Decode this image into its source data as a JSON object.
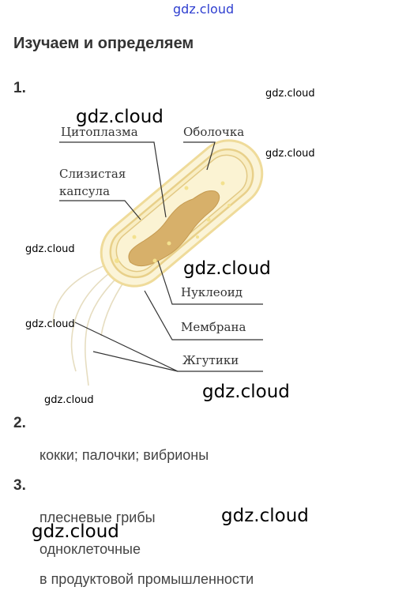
{
  "watermark_top": "gdz.cloud",
  "heading": "Изучаем и определяем",
  "q1_number": "1.",
  "diagram_labels": {
    "cytoplasm": "Цитоплазма",
    "shell": "Оболочка",
    "capsule_1": "Слизистая",
    "capsule_2": "капсула",
    "nucleoid": "Нуклеоид",
    "membrane": "Мембрана",
    "flagella": "Жгутики"
  },
  "q2_number": "2.",
  "q2_answer": "кокки; палочки; вибрионы",
  "q3_number": "3.",
  "q3_answers": [
    "плесневые грибы",
    "одноклеточные",
    "в продуктовой промышленности"
  ],
  "watermark": "gdz.cloud"
}
